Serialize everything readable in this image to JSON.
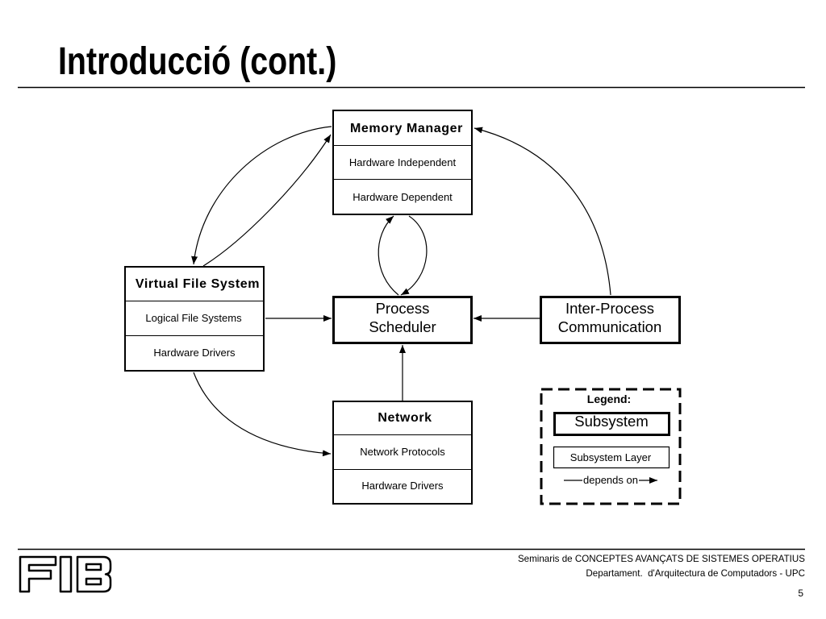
{
  "slide": {
    "title": "Introducció (cont.)"
  },
  "diagram": {
    "memory_manager": {
      "title": "Memory Manager",
      "layers": [
        "Hardware Independent",
        "Hardware Dependent"
      ]
    },
    "virtual_file_system": {
      "title": "Virtual File System",
      "layers": [
        "Logical File Systems",
        "Hardware Drivers"
      ]
    },
    "process_scheduler": {
      "lines": [
        "Process",
        "Scheduler"
      ]
    },
    "inter_process_communication": {
      "lines": [
        "Inter-Process",
        "Communication"
      ]
    },
    "network": {
      "title": "Network",
      "layers": [
        "Network Protocols",
        "Hardware Drivers"
      ]
    },
    "legend": {
      "title": "Legend:",
      "subsystem": "Subsystem",
      "subsystem_layer": "Subsystem Layer",
      "depends_on": "depends on"
    }
  },
  "footer": {
    "logo_text": "FIB",
    "line1": "Seminaris de CONCEPTES AVANÇATS DE SISTEMES OPERATIUS",
    "line2": "Departament.  d'Arquitectura de Computadors - UPC",
    "page_number": "5"
  },
  "colors": {
    "ink": "#000000",
    "background": "#ffffff"
  }
}
